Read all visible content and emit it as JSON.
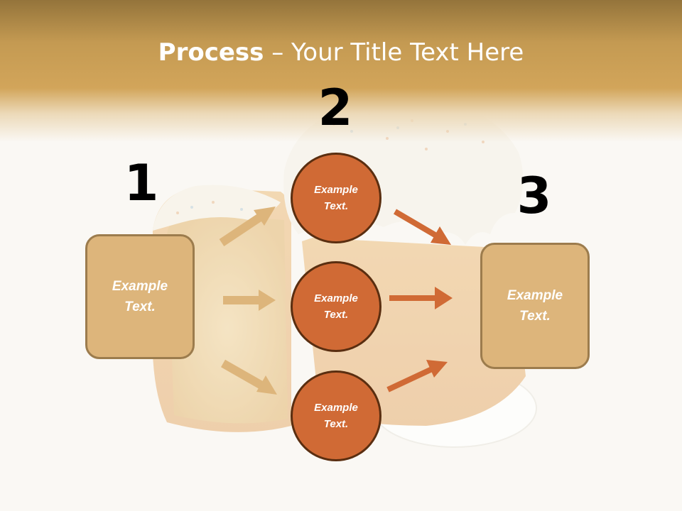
{
  "title": {
    "bold": "Process",
    "separator": " – ",
    "rest": "Your Title Text Here"
  },
  "colors": {
    "header_top": "#94743b",
    "header_mid": "#d2a55a",
    "box_fill": "#ddb57b",
    "box_border": "#9c7c4d",
    "circle_fill": "#d06a35",
    "circle_border": "#5a2e10",
    "arrow_light": "#ddb57b",
    "arrow_dark": "#d06a35"
  },
  "steps": {
    "one": {
      "number": "1",
      "box_text_line1": "Example",
      "box_text_line2": "Text."
    },
    "two": {
      "number": "2",
      "circles": [
        {
          "line1": "Example",
          "line2": "Text."
        },
        {
          "line1": "Example",
          "line2": "Text."
        },
        {
          "line1": "Example",
          "line2": "Text."
        }
      ]
    },
    "three": {
      "number": "3",
      "box_text_line1": "Example",
      "box_text_line2": "Text."
    }
  },
  "background": {
    "image_subject": "easter-cake-photo"
  }
}
